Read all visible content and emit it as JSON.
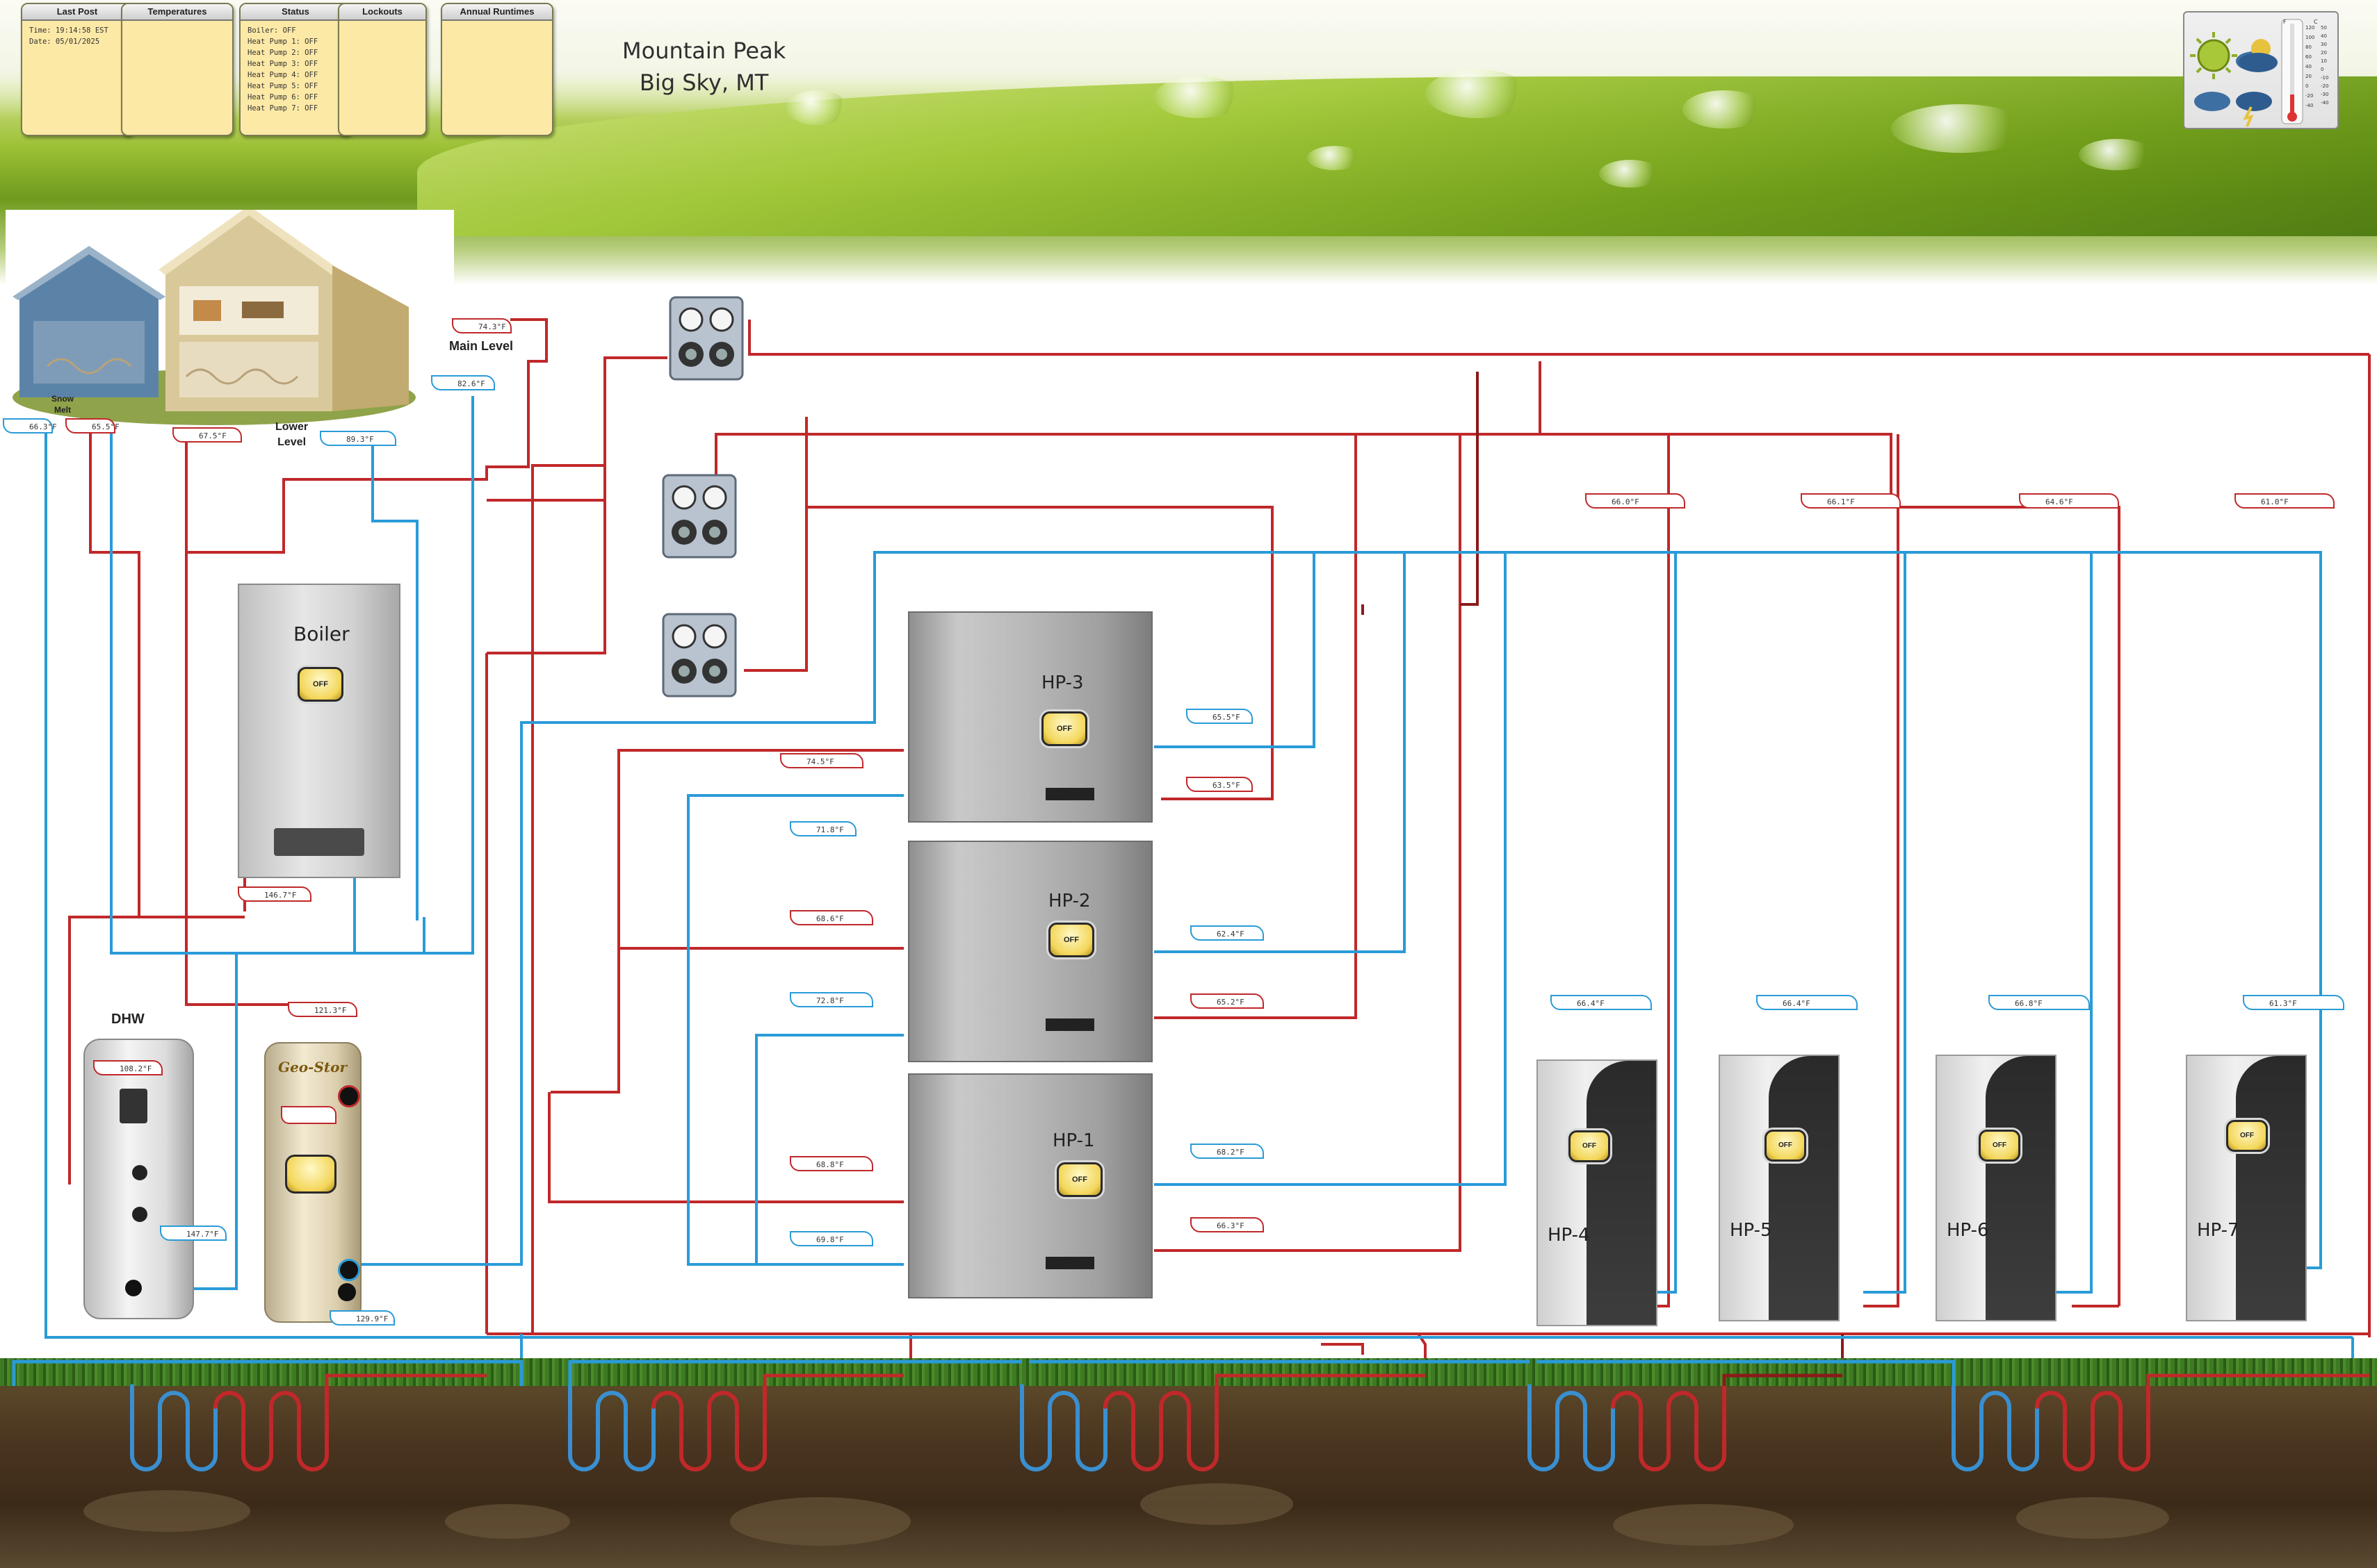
{
  "header": {
    "panels": [
      {
        "title": "Last Post",
        "lines": [
          "Time: 19:14:58 EST",
          "Date: 05/01/2025"
        ]
      },
      {
        "title": "Temperatures",
        "lines": []
      },
      {
        "title": "Status",
        "lines": [
          "Boiler: OFF",
          "Heat Pump 1: OFF",
          "Heat Pump 2: OFF",
          "Heat Pump 3: OFF",
          "Heat Pump 4: OFF",
          "Heat Pump 5: OFF",
          "Heat Pump 6: OFF",
          "Heat Pump 7: OFF"
        ]
      },
      {
        "title": "Lockouts",
        "lines": []
      },
      {
        "title": "Annual Runtimes",
        "lines": []
      }
    ],
    "site_name": "Mountain Peak",
    "site_location": "Big Sky,  MT",
    "weather_icon": "weather-forecast-icon",
    "thermometer_f_label": "F",
    "thermometer_c_label": "C",
    "thermometer_f_ticks": [
      "120",
      "100",
      "80",
      "60",
      "40",
      "20",
      "0",
      "-20",
      "-40"
    ],
    "thermometer_c_ticks": [
      "50",
      "40",
      "30",
      "20",
      "10",
      "0",
      "-10",
      "-20",
      "-30",
      "-40"
    ]
  },
  "house": {
    "main_level_label": "Main Level",
    "lower_level_label": "Lower\nLevel",
    "snow_melt_label": "Snow\nMelt"
  },
  "temps": {
    "main_supply": "74.3°F",
    "main_return": "82.6°F",
    "lower_return": "89.3°F",
    "lower_supply": "67.5°F",
    "snowmelt_return": "66.3°F",
    "snowmelt_supply": "65.5°F",
    "boiler_out": "146.7°F",
    "dhw_top": "108.2°F",
    "dhw_bottom": "147.7°F",
    "geostor_top": "121.3°F",
    "geostor_bottom": "129.9°F",
    "hp3_load_in": "74.5°F",
    "hp3_src_out": "65.5°F",
    "hp3_src_in": "63.5°F",
    "hp_load_71": "71.8°F",
    "hp2_load_in": "68.6°F",
    "hp2_src_out": "62.4°F",
    "hp2_src_in": "65.2°F",
    "hp_load_72": "72.8°F",
    "hp1_load_in": "68.8°F",
    "hp1_src_out": "68.2°F",
    "hp1_src_in": "66.3°F",
    "hp1_load_out": "69.8°F",
    "hp4_top": "66.0°F",
    "hp5_top": "66.1°F",
    "hp6_top": "64.6°F",
    "hp7_top": "61.0°F",
    "hp4_low": "66.4°F",
    "hp5_low": "66.4°F",
    "hp6_low": "66.8°F",
    "hp7_low": "61.3°F"
  },
  "equipment": {
    "boiler_label": "Boiler",
    "boiler_state": "OFF",
    "dhw_label": "DHW",
    "geostor_label": "Geo-Stor",
    "hp3_label": "HP-3",
    "hp2_label": "HP-2",
    "hp1_label": "HP-1",
    "hp4_label": "HP-4",
    "hp5_label": "HP-5",
    "hp6_label": "HP-6",
    "hp7_label": "HP-7",
    "state_off": "OFF"
  },
  "colors": {
    "supply_red": "#c0282a",
    "return_blue": "#2a9bd8",
    "ground_dark_red": "#8b1a1a"
  }
}
